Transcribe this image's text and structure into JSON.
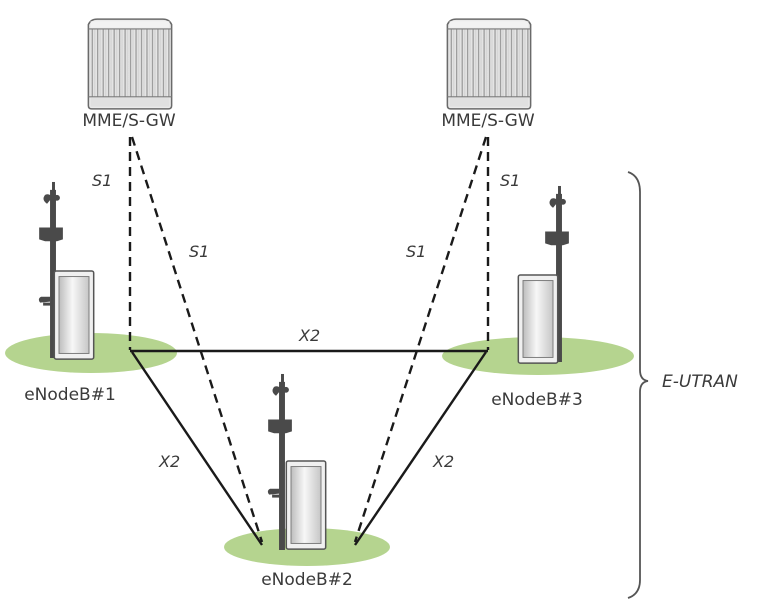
{
  "diagram": {
    "title": "",
    "colors": {
      "ground": "#b5d48f",
      "line": "#1a1a1a",
      "text": "#3a3a3a",
      "mast": "#4a4a4a",
      "cabinet_border": "#555555",
      "server_border": "#6a6a6a"
    },
    "core_nodes": [
      {
        "id": "mme1",
        "label": "MME/S-GW",
        "icon": "server-icon"
      },
      {
        "id": "mme2",
        "label": "MME/S-GW",
        "icon": "server-icon"
      }
    ],
    "enodebs": [
      {
        "id": "enb1",
        "label": "eNodeB#1",
        "icon": "base-station-icon"
      },
      {
        "id": "enb2",
        "label": "eNodeB#2",
        "icon": "base-station-icon"
      },
      {
        "id": "enb3",
        "label": "eNodeB#3",
        "icon": "base-station-icon"
      }
    ],
    "links": [
      {
        "from": "mme1",
        "to": "enb1",
        "type": "S1",
        "style": "dashed",
        "label": "S1"
      },
      {
        "from": "mme1",
        "to": "enb2",
        "type": "S1",
        "style": "dashed",
        "label": "S1"
      },
      {
        "from": "mme2",
        "to": "enb2",
        "type": "S1",
        "style": "dashed",
        "label": "S1"
      },
      {
        "from": "mme2",
        "to": "enb3",
        "type": "S1",
        "style": "dashed",
        "label": "S1"
      },
      {
        "from": "enb1",
        "to": "enb3",
        "type": "X2",
        "style": "solid",
        "label": "X2"
      },
      {
        "from": "enb1",
        "to": "enb2",
        "type": "X2",
        "style": "solid",
        "label": "X2"
      },
      {
        "from": "enb3",
        "to": "enb2",
        "type": "X2",
        "style": "solid",
        "label": "X2"
      }
    ],
    "region": {
      "label": "E-UTRAN",
      "brace": "right-curly-brace"
    }
  }
}
